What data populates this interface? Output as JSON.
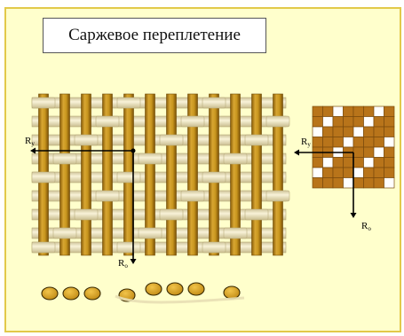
{
  "title": "Саржевое переплетение",
  "labels": {
    "weave_left": "R",
    "weave_left_sub": "y",
    "weave_bottom": "R",
    "weave_bottom_sub": "o",
    "grid_left": "R",
    "grid_left_sub": "y",
    "grid_bottom": "R",
    "grid_bottom_sub": "o"
  },
  "colors": {
    "background": "#ffffcc",
    "frame_border": "#e2c94a",
    "warp": "#c8961e",
    "warp_dark": "#8a5d08",
    "weft": "#f1e9c4",
    "grid_dark": "#b8741a",
    "grid_light": "#ffffff"
  },
  "grid_pattern": [
    [
      0,
      0,
      1,
      0,
      0,
      0,
      1,
      0
    ],
    [
      0,
      1,
      0,
      0,
      0,
      1,
      0,
      0
    ],
    [
      1,
      0,
      0,
      0,
      1,
      0,
      0,
      0
    ],
    [
      0,
      0,
      0,
      1,
      0,
      0,
      0,
      1
    ],
    [
      0,
      0,
      1,
      0,
      0,
      0,
      1,
      0
    ],
    [
      0,
      1,
      0,
      0,
      0,
      1,
      0,
      0
    ],
    [
      1,
      0,
      0,
      0,
      1,
      0,
      0,
      0
    ],
    [
      0,
      0,
      0,
      1,
      0,
      0,
      0,
      1
    ]
  ]
}
